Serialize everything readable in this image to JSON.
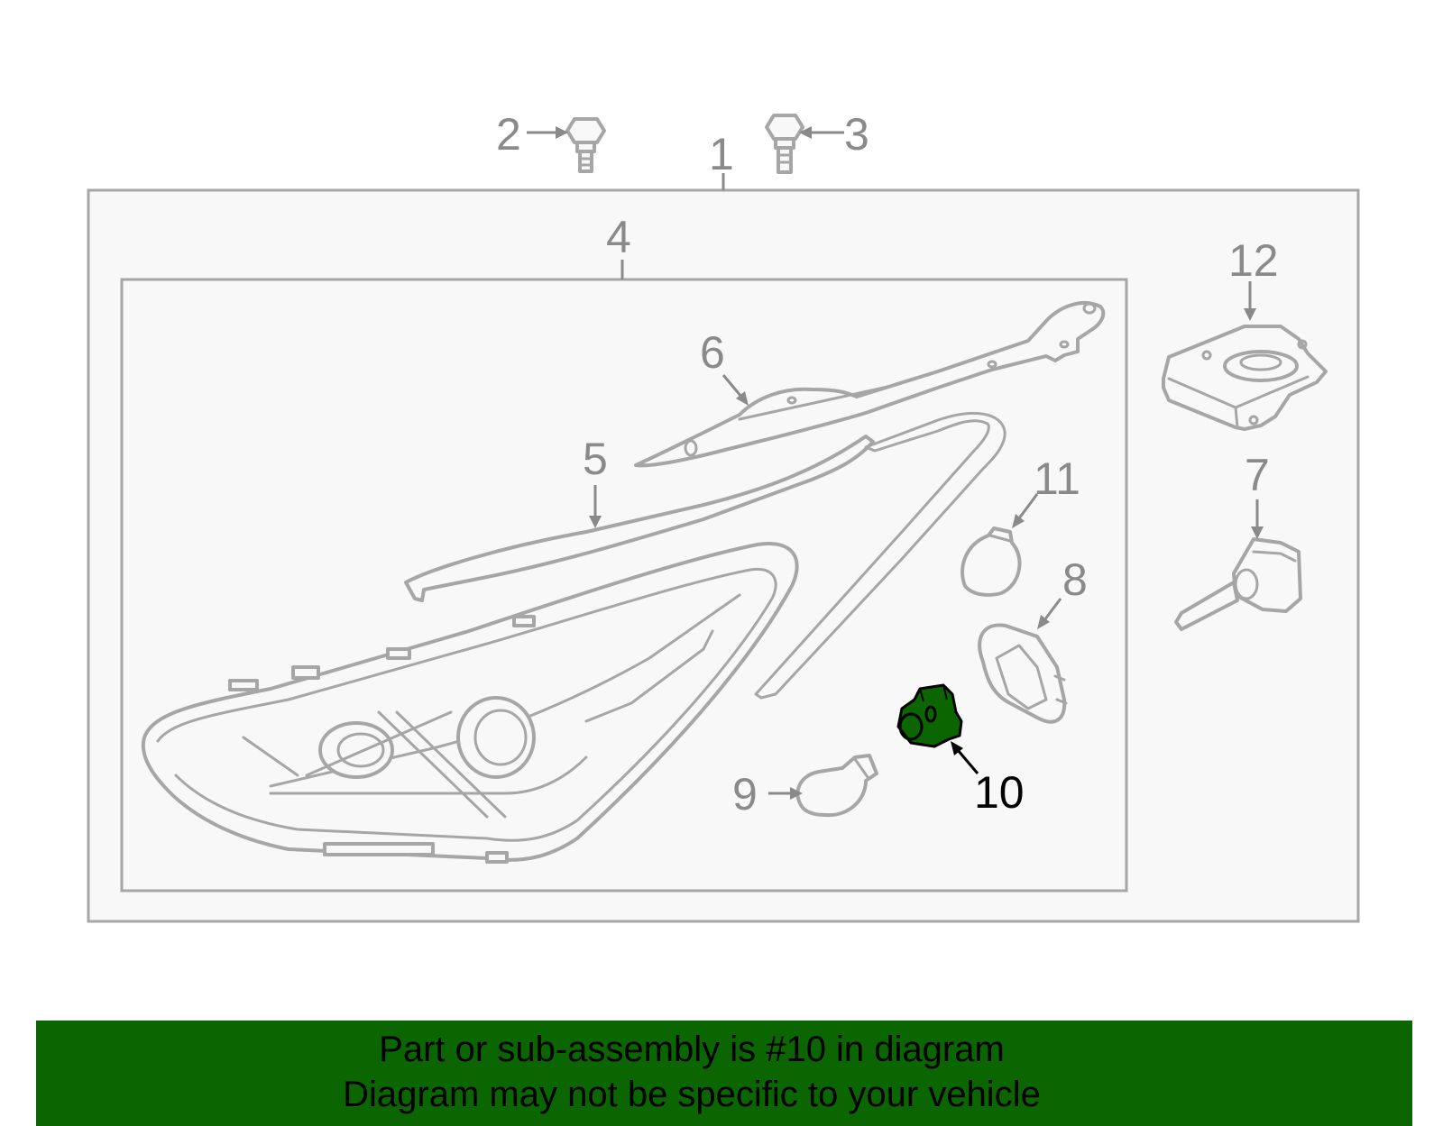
{
  "diagram": {
    "callouts": [
      {
        "id": "1",
        "label": "1",
        "highlighted": false
      },
      {
        "id": "2",
        "label": "2",
        "highlighted": false
      },
      {
        "id": "3",
        "label": "3",
        "highlighted": false
      },
      {
        "id": "4",
        "label": "4",
        "highlighted": false
      },
      {
        "id": "5",
        "label": "5",
        "highlighted": false
      },
      {
        "id": "6",
        "label": "6",
        "highlighted": false
      },
      {
        "id": "7",
        "label": "7",
        "highlighted": false
      },
      {
        "id": "8",
        "label": "8",
        "highlighted": false
      },
      {
        "id": "9",
        "label": "9",
        "highlighted": false
      },
      {
        "id": "10",
        "label": "10",
        "highlighted": true
      },
      {
        "id": "11",
        "label": "11",
        "highlighted": false
      },
      {
        "id": "12",
        "label": "12",
        "highlighted": false
      }
    ],
    "colors": {
      "outline": "#a6a6a6",
      "callout_text": "#8a8a8a",
      "highlight_part": "#0b6500",
      "highlight_text": "#000000",
      "panel_fill": "#f8f8f8"
    }
  },
  "banner": {
    "line1": "Part or sub-assembly is #10 in diagram",
    "line2": "Diagram may not be specific to your vehicle",
    "background": "#0b6500"
  }
}
